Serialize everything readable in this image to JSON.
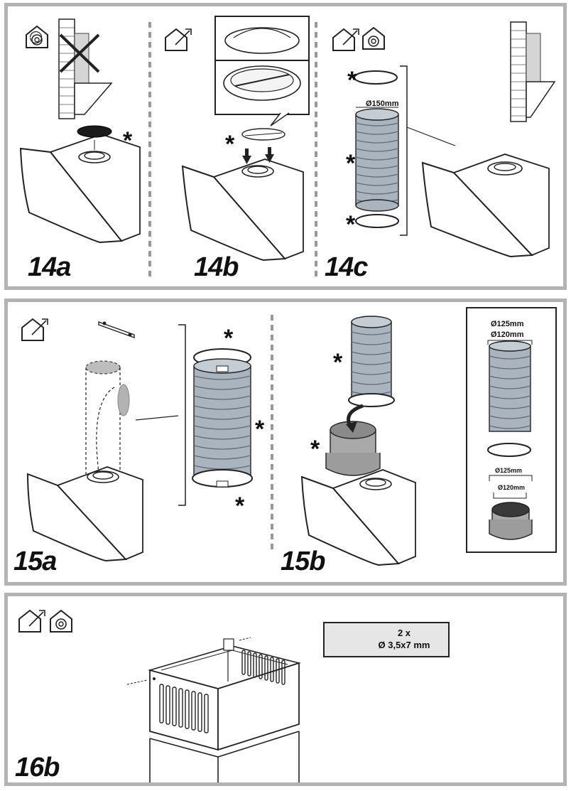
{
  "steps": {
    "s14a": "14a",
    "s14b": "14b",
    "s14c": "14c",
    "s15a": "15a",
    "s15b": "15b",
    "s16b": "16b"
  },
  "marks": {
    "asterisk": "*"
  },
  "dimensions": {
    "duct_150": "Ø150mm",
    "duct_125": "Ø125mm",
    "duct_120": "Ø120mm"
  },
  "screw_spec": {
    "count": "2 x",
    "size": "Ø 3,5x7 mm"
  },
  "icons": [
    "recirculation-house-icon",
    "extraction-house-icon",
    "screw-icon",
    "cross-out-icon",
    "down-arrow-icon"
  ],
  "colors": {
    "frame": "#b3b3b3",
    "duct_fill": "#a9b4bf",
    "filter_fill": "#333333",
    "spec_background": "#e6e6e6"
  }
}
